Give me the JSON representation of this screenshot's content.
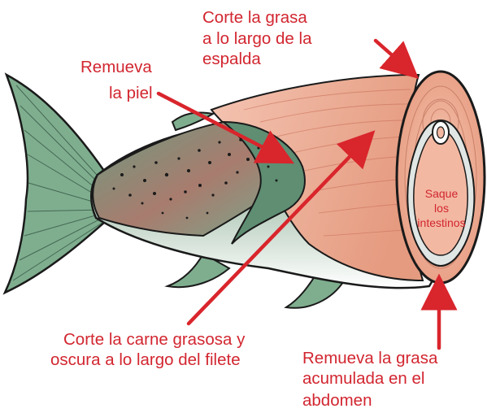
{
  "labels": {
    "back_fat": [
      "Corte la grasa",
      "a lo largo de la",
      "espalda"
    ],
    "skin": [
      "Remueva",
      "la piel"
    ],
    "fillet_fat": [
      "Corte la carne grasosa y",
      "oscura a lo largo del filete"
    ],
    "belly_fat": [
      "Remueva la grasa",
      "acumulada en el",
      "abdomen"
    ],
    "guts": [
      "Saque",
      "los",
      "intestinos"
    ]
  },
  "colors": {
    "label": "#d22630",
    "arrow": "#d9252c",
    "fish_green": "#6fa582",
    "fillet_pink": "#eea98e",
    "outline": "#1a1a1a"
  }
}
